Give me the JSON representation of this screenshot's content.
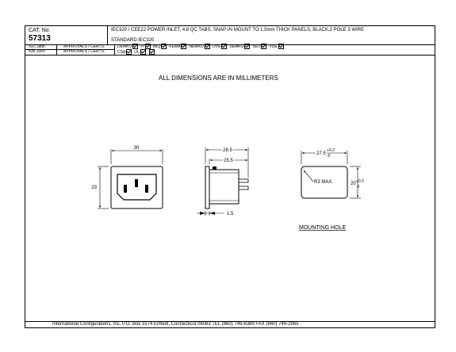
{
  "header": {
    "cat_label": "CAT. No.",
    "cat_number": "57313",
    "description": "IEC320 / CEE22 POWER INLET, 4.8 QC TABS, SNAP-IN MOUNT TO 1.5mm THICK PANELS, BLACK,2 POLE 3 WIRE",
    "standard": "STANDARD:IEC320",
    "rows": [
      {
        "left": "ISO Jatts",
        "mid": "APPROVALS / CERTS."
      },
      {
        "left": "Kilo 2000",
        "mid": "APPROVALS / CERTS."
      }
    ],
    "certs_row1": [
      {
        "label": "DEMKO",
        "checked": true
      },
      {
        "label": "FI",
        "checked": true
      },
      {
        "label": "IMQ",
        "checked": true
      },
      {
        "label": "KEMA",
        "checked": true
      },
      {
        "label": "NEMKO",
        "checked": true
      },
      {
        "label": "OVE",
        "checked": true
      },
      {
        "label": "SEMKO",
        "checked": true
      },
      {
        "label": "SEV",
        "checked": true
      },
      {
        "label": "VDE",
        "checked": true
      }
    ],
    "certs_row2": [
      {
        "label": "CSA",
        "checked": true
      },
      {
        "label": "UL",
        "checked": true
      },
      {
        "label": "",
        "checked": true
      }
    ]
  },
  "drawing": {
    "notice": "ALL DIMENSIONS ARE IN MILLIMETERS",
    "front": {
      "width": "30",
      "height": "23"
    },
    "side": {
      "overall": "28.5",
      "body": "25.5",
      "flange": "1.5"
    },
    "hole": {
      "width": "27.5",
      "width_tol_plus": "+0.2",
      "width_tol_minus": "-0",
      "height": "20",
      "height_tol_plus": "+0.2",
      "height_tol_minus": "-0",
      "radius": "R3 MAX.",
      "caption": "MOUNTING HOLE"
    }
  },
  "footer": {
    "text": "International Configurations, Inc.  P.O. Box 3374  Enfield, Connecticut 06083 TEL (860) 749-6389  FAX (860) 749-2965"
  }
}
